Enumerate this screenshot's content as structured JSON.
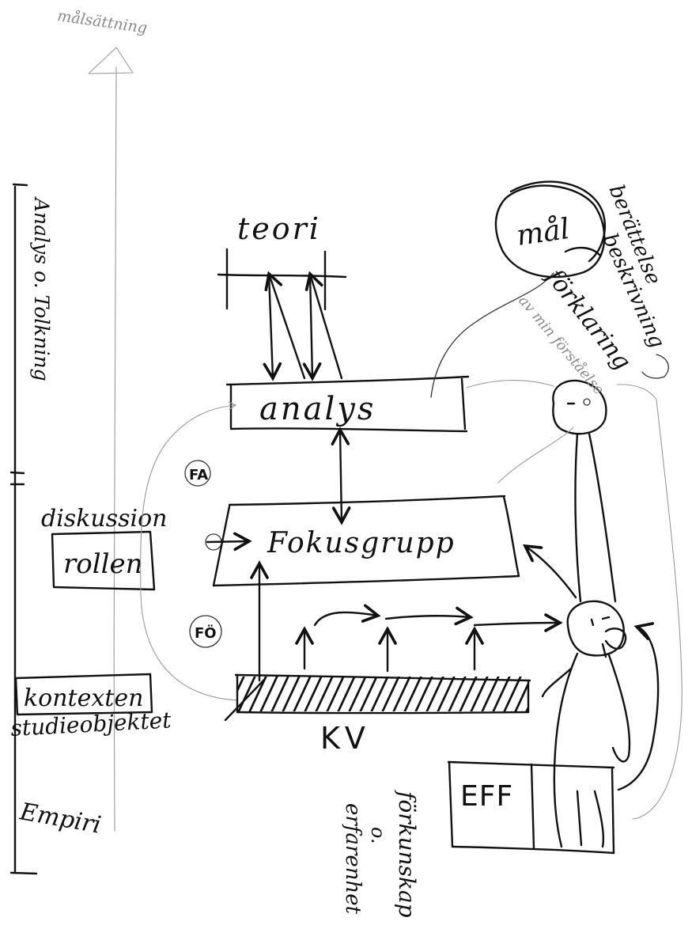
{
  "labels": {
    "top_faint": "målsättning",
    "left_axis_top": "Analys o. Tolkning",
    "left_axis_bottom": "Empiri",
    "teori": "teori",
    "analys": "analys",
    "fokusgrupp": "Fokusgrupp",
    "fa": "FA",
    "fo": "FÖ",
    "diskussion": "diskussion",
    "rollen": "rollen",
    "kontexten": "kontexten",
    "studieobjektet": "studieobjektet",
    "kv": "KV",
    "eff": "EFF",
    "mal": "mål",
    "berattelse": "berättelse",
    "beskrivning": "beskrivning",
    "forklaring": "förklaring",
    "av_min_forstaelse": "av min förståelse",
    "forkunskap": "förkunskap",
    "o": "o.",
    "erfarenhet": "erfarenhet"
  }
}
